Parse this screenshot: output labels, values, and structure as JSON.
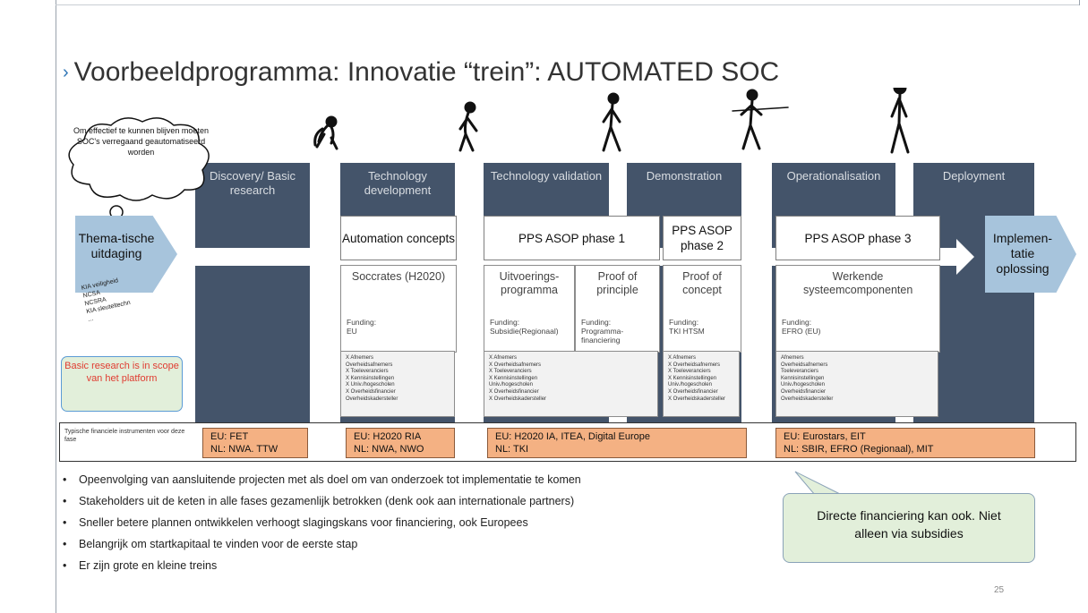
{
  "title": "Voorbeeldprogramma: Innovatie “trein”: AUTOMATED SOC",
  "stages": [
    {
      "id": "discovery",
      "label": "Discovery/ Basic research"
    },
    {
      "id": "techdev",
      "label": "Technology development"
    },
    {
      "id": "techval",
      "label": "Technology validation"
    },
    {
      "id": "demo",
      "label": "Demonstration"
    },
    {
      "id": "oper",
      "label": "Operationalisation"
    },
    {
      "id": "deploy",
      "label": "Deployment"
    }
  ],
  "cloud_text": "Om effectief te kunnen blijven moeten SOC's verregaand geautomatiseerd worden",
  "left_arrow": "Thema-tische uitdaging",
  "right_arrow": "Implemen-tatie oplossing",
  "kia_list": [
    "KIA veiligheid",
    "NCSA",
    "NCSRA",
    "KIA sleuteltechn",
    "..."
  ],
  "red_note": "Basic research is in scope van het platform",
  "headers": {
    "automation": "Automation concepts",
    "phase1": "PPS ASOP phase 1",
    "phase2": "PPS ASOP phase 2",
    "phase3": "PPS ASOP phase 3"
  },
  "projects": {
    "soccrates": {
      "title": "Soccrates (H2020)",
      "funding": "Funding:\nEU"
    },
    "uitvoering": {
      "title": "Uitvoerings-programma",
      "funding": "Funding:\nSubsidie(Regionaal)"
    },
    "proof_principle": {
      "title": "Proof of principle",
      "funding": "Funding:\nProgramma-financiering"
    },
    "proof_concept": {
      "title": "Proof of concept",
      "funding": "Funding:\nTKI HTSM"
    },
    "werkende": {
      "title": "Werkende systeemcomponenten",
      "funding": "Funding:\nEFRO (EU)"
    }
  },
  "stakeholders_x": [
    "X Afnemers",
    "   Overheidsafnemers",
    "X Toeleveranciers",
    "X Kennisinstellingen",
    "X Univ./hogescholen",
    "X Overheidsfinancier",
    "   Overheidskadersteller"
  ],
  "stakeholders_x2": [
    "X Afnemers",
    "X Overheidsafnemers",
    "X Toeleveranciers",
    "X Kennisinstellingen",
    "   Univ./hogescholen",
    "X Overheidsfinancier",
    "X Overheidskadersteller"
  ],
  "stakeholders_plain": [
    "Afnemers",
    "Overheidsafnemers",
    "Toeleveranciers",
    "Kennisinstellingen",
    "Univ./hogescholen",
    "Overheidsfinancier",
    "Overheidskadersteller"
  ],
  "instruments_label": "Typische financiele instrumenten voor deze fase",
  "instruments": [
    {
      "line1": "EU: FET",
      "line2": "NL: NWA. TTW"
    },
    {
      "line1": "EU: H2020 RIA",
      "line2": "NL: NWA, NWO"
    },
    {
      "line1": "EU: H2020 IA, ITEA, Digital Europe",
      "line2": "NL: TKI"
    },
    {
      "line1": "EU: Eurostars, EIT",
      "line2": "NL: SBIR, EFRO (Regionaal), MIT"
    }
  ],
  "bullets": [
    "Opeenvolging van aansluitende projecten met als doel om van onderzoek tot implementatie te komen",
    "Stakeholders uit de keten in alle fases gezamenlijk betrokken (denk ook aan internationale partners)",
    "Sneller betere plannen ontwikkelen  verhoogt slagingskans voor financiering, ook Europees",
    "Belangrijk om startkapitaal te vinden voor de eerste stap",
    "Er zijn grote en kleine treins"
  ],
  "callout": "Directe financiering kan ook. Niet alleen via subsidies",
  "page_number": "25",
  "colors": {
    "stage": "#44546a",
    "instrument": "#f4b183",
    "arrow": "#a7c4dc",
    "note_bg": "#e2efda",
    "note_text": "#e03c31"
  }
}
